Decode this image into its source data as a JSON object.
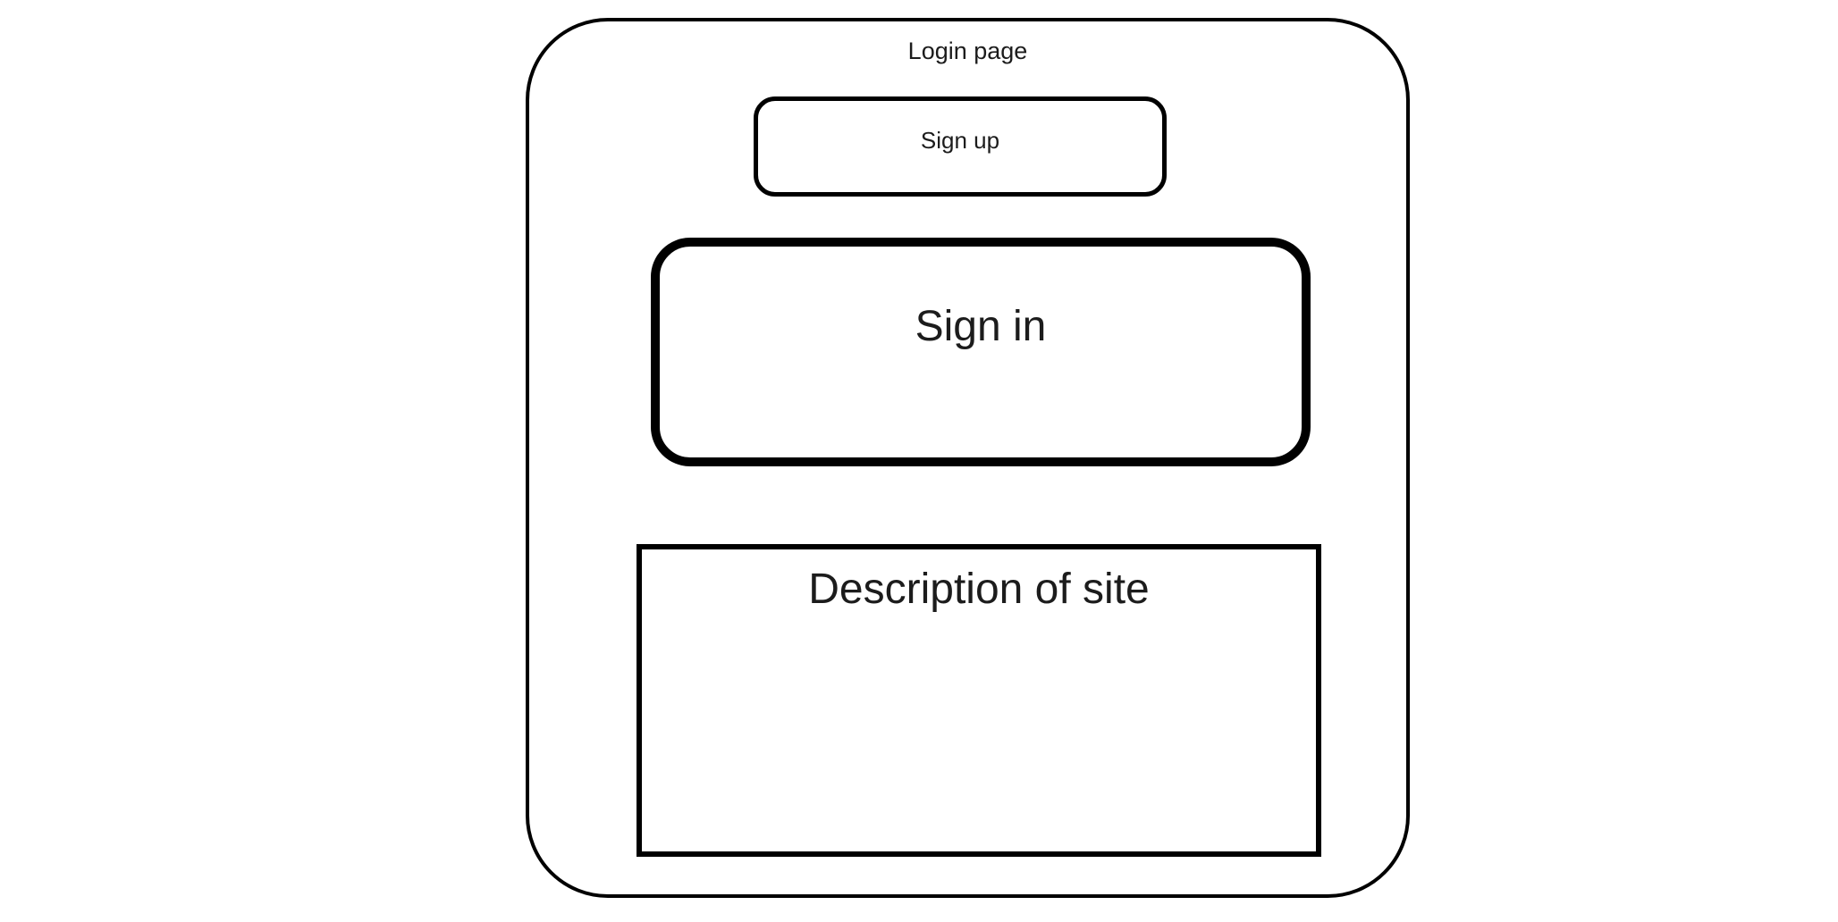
{
  "wireframe": {
    "frame_label": "Login page",
    "signup_label": "Sign up",
    "signin_label": "Sign in",
    "description_label": "Description of site"
  },
  "colors": {
    "stroke": "#000000",
    "canvas": "#ffffff",
    "text": "#1c1c1c"
  }
}
